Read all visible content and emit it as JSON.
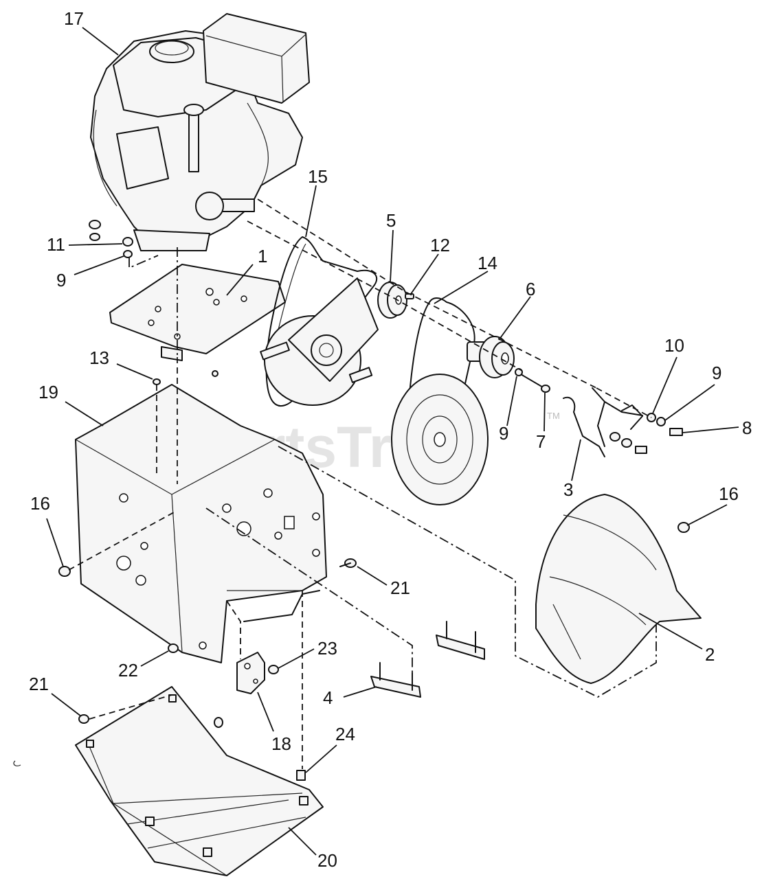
{
  "watermark": {
    "text": "PartsTree",
    "trademark": "TM"
  },
  "callouts": [
    {
      "id": "c17",
      "label": "17"
    },
    {
      "id": "c15",
      "label": "15"
    },
    {
      "id": "c5",
      "label": "5"
    },
    {
      "id": "c12",
      "label": "12"
    },
    {
      "id": "c14",
      "label": "14"
    },
    {
      "id": "c6",
      "label": "6"
    },
    {
      "id": "c11",
      "label": "11"
    },
    {
      "id": "c9a",
      "label": "9"
    },
    {
      "id": "c1",
      "label": "1"
    },
    {
      "id": "c10",
      "label": "10"
    },
    {
      "id": "c9b",
      "label": "9"
    },
    {
      "id": "c13",
      "label": "13"
    },
    {
      "id": "c19",
      "label": "19"
    },
    {
      "id": "c8",
      "label": "8"
    },
    {
      "id": "c9c",
      "label": "9"
    },
    {
      "id": "c7",
      "label": "7"
    },
    {
      "id": "c3",
      "label": "3"
    },
    {
      "id": "c16a",
      "label": "16"
    },
    {
      "id": "c16b",
      "label": "16"
    },
    {
      "id": "c21a",
      "label": "21"
    },
    {
      "id": "c2",
      "label": "2"
    },
    {
      "id": "c23",
      "label": "23"
    },
    {
      "id": "c22",
      "label": "22"
    },
    {
      "id": "c4",
      "label": "4"
    },
    {
      "id": "c21b",
      "label": "21"
    },
    {
      "id": "c18",
      "label": "18"
    },
    {
      "id": "c24",
      "label": "24"
    },
    {
      "id": "c20",
      "label": "20"
    }
  ]
}
